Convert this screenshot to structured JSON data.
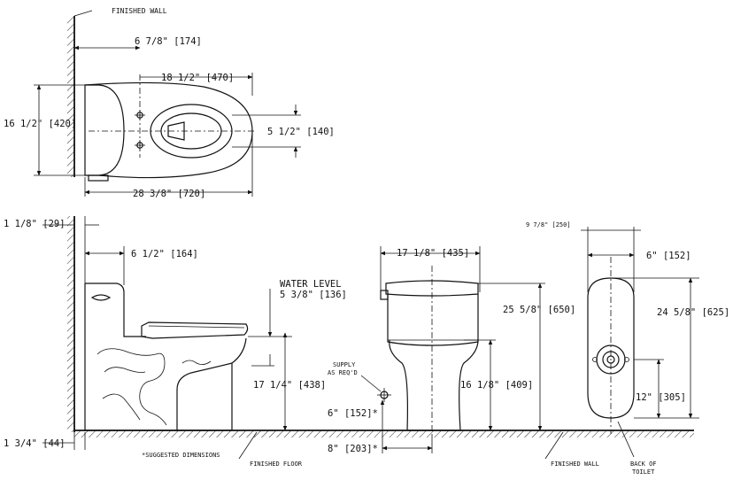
{
  "labels": {
    "finished_wall_top": "FINISHED WALL",
    "w_6_7_8": "6 7/8\" [174]",
    "w_18_1_2": "18 1/2\" [470]",
    "w_16_1_2": "16 1/2\" [420]",
    "w_5_1_2": "5 1/2\" [140]",
    "w_28_3_8": "28 3/8\" [720]",
    "w_1_1_8": "1 1/8\" [29]",
    "w_6_1_2": "6 1/2\" [164]",
    "water_level": "WATER LEVEL",
    "w_5_3_8": "5 3/8\" [136]",
    "w_17_1_4": "17 1/4\" [438]",
    "w_1_3_4": "1 3/4\" [44]",
    "suggested": "*SUGGESTED DIMENSIONS",
    "finished_floor": "FINISHED FLOOR",
    "supply_1": "SUPPLY",
    "supply_2": "AS REQ'D",
    "w_6_152": "6\" [152]*",
    "w_8_203": "8\" [203]*",
    "w_17_1_8": "17 1/8\" [435]",
    "w_25_5_8": "25 5/8\" [650]",
    "w_16_1_8": "16 1/8\" [409]",
    "w_9_7_8": "9 7/8\" [250]",
    "w_6_152_b": "6\" [152]",
    "w_24_5_8": "24 5/8\" [625]",
    "w_12_305": "12\" [305]",
    "finished_wall_bottom": "FINISHED WALL",
    "back_of_1": "BACK OF",
    "back_of_2": "TOILET"
  }
}
